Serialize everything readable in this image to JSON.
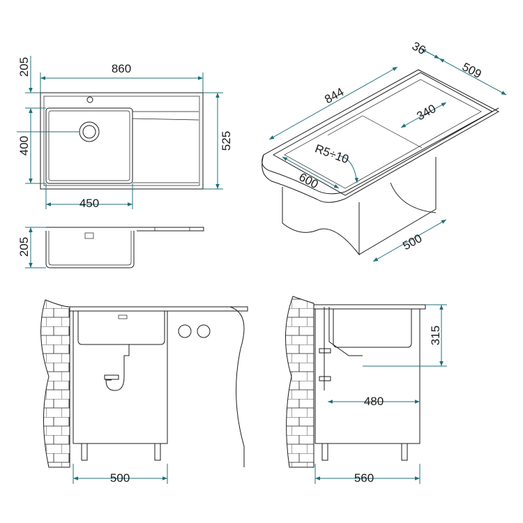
{
  "views": {
    "top": {
      "width_overall": "860",
      "depth_overall": "525",
      "bowl_width": "450",
      "bowl_depth": "400",
      "tap_hole_offset": "205"
    },
    "side": {
      "bowl_depth": "205"
    },
    "iso": {
      "length": "844",
      "rim": "36",
      "depth": "509",
      "drainer": "340",
      "radius": "R5÷10",
      "cutout_front": "600",
      "cabinet_depth": "500"
    },
    "front": {
      "cabinet_width": "500"
    },
    "section": {
      "height": "315",
      "drain_offset": "480",
      "cabinet_width": "560"
    }
  },
  "colors": {
    "dimension": "#1f6f7a",
    "outline": "#1a1a1a",
    "background": "#ffffff"
  }
}
